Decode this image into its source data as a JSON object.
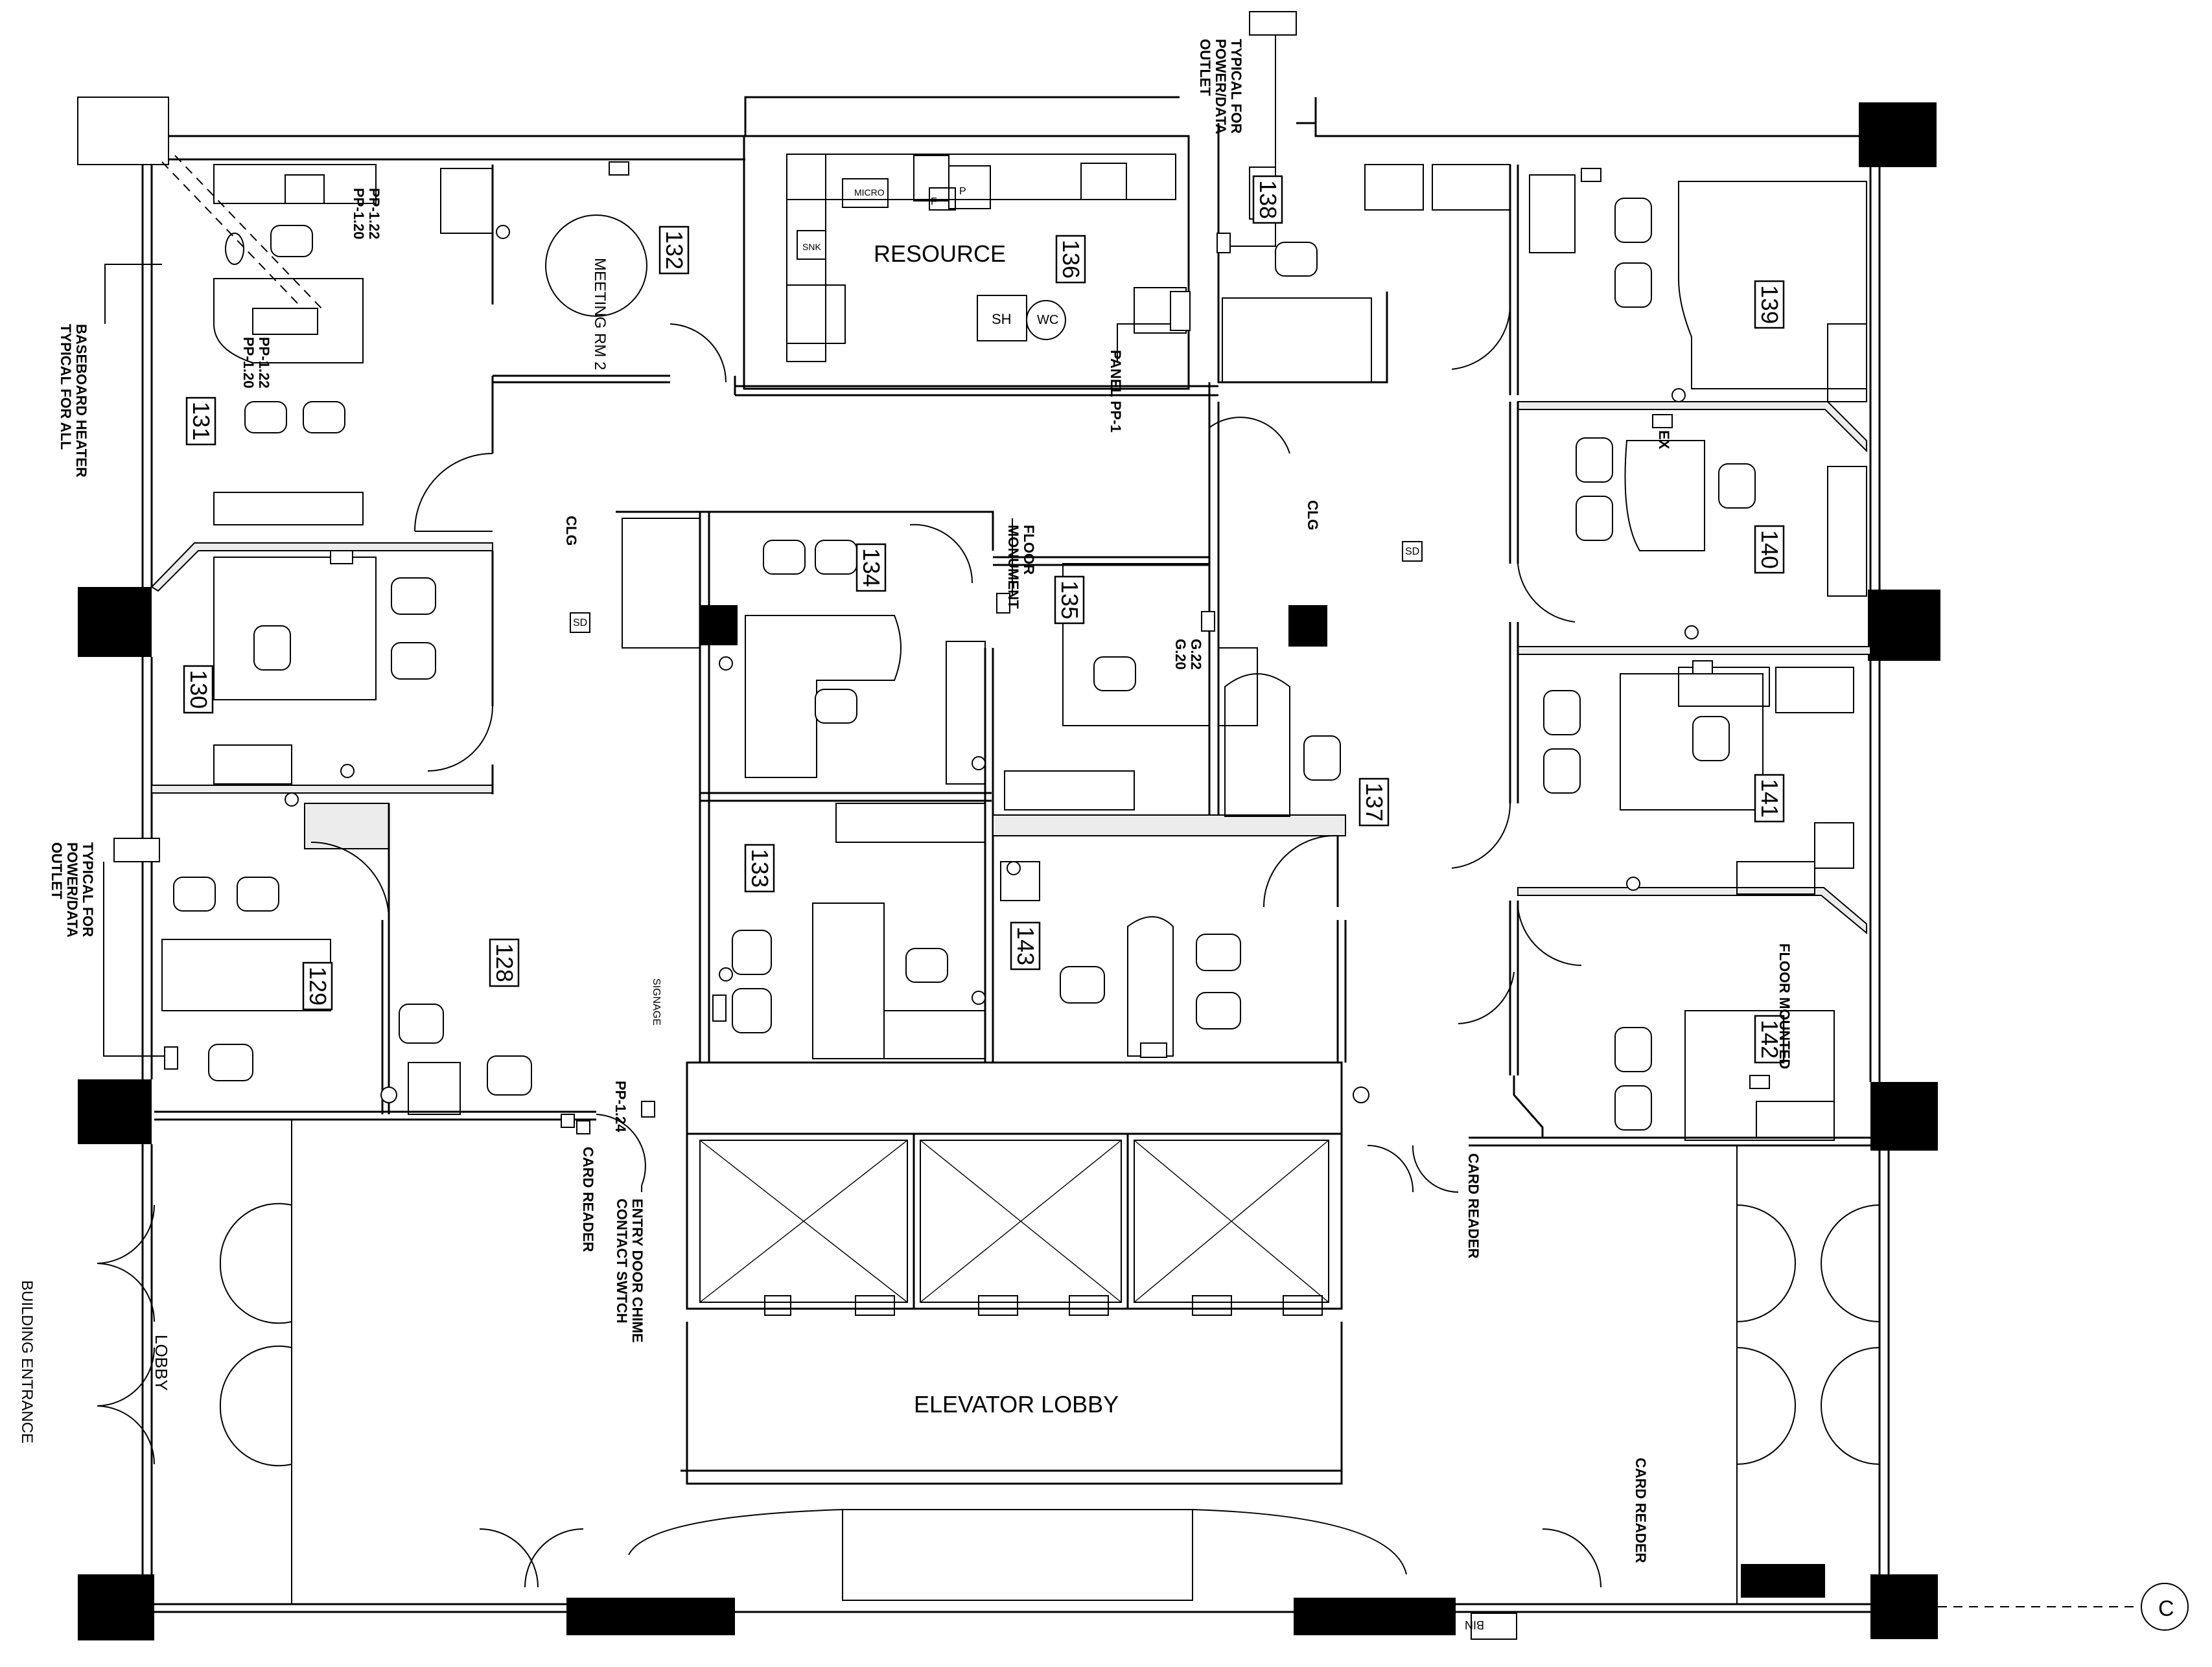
{
  "rooms": [
    {
      "number": "131"
    },
    {
      "number": "132"
    },
    {
      "number": "136"
    },
    {
      "number": "138"
    },
    {
      "number": "139"
    },
    {
      "number": "140"
    },
    {
      "number": "141"
    },
    {
      "number": "142"
    },
    {
      "number": "130"
    },
    {
      "number": "129"
    },
    {
      "number": "128"
    },
    {
      "number": "134"
    },
    {
      "number": "135"
    },
    {
      "number": "133"
    },
    {
      "number": "143"
    },
    {
      "number": "137"
    }
  ],
  "labels": {
    "resource": "RESOURCE",
    "meeting_rm": "MEETING RM 2",
    "elevator_lobby": "ELEVATOR LOBBY",
    "lobby": "LOBBY",
    "building_entrance": "BUILDING ENTRANCE",
    "micro": "MICRO",
    "snk": "SNK",
    "f": "F",
    "p": "P",
    "sh": "SH",
    "wc": "WC",
    "bin": "BIN",
    "grid": "C",
    "clg": "CLG",
    "sd": "SD",
    "ex": "EX",
    "signage": "SIGNAGE"
  },
  "notes": {
    "typical_outlet_1": "TYPICAL FOR",
    "typical_outlet_2": "POWER/DATA",
    "typical_outlet_3": "OUTLET",
    "baseboard_1": "BASEBOARD HEATER",
    "baseboard_2": "TYPICAL FOR ALL",
    "pp122": "PP-1.22",
    "pp120": "PP-1.20",
    "pp124": "PP-1.24",
    "panel": "PANEL PP-1",
    "floor_monument_1": "FLOOR",
    "floor_monument_2": "MONUMENT",
    "g22": "G.22",
    "g20": "G.20",
    "floor_mounted": "FLOOR MOUNTED",
    "card_reader": "CARD READER",
    "entry_chime_1": "ENTRY DOOR CHIME",
    "entry_chime_2": "CONTACT SWTCH"
  }
}
